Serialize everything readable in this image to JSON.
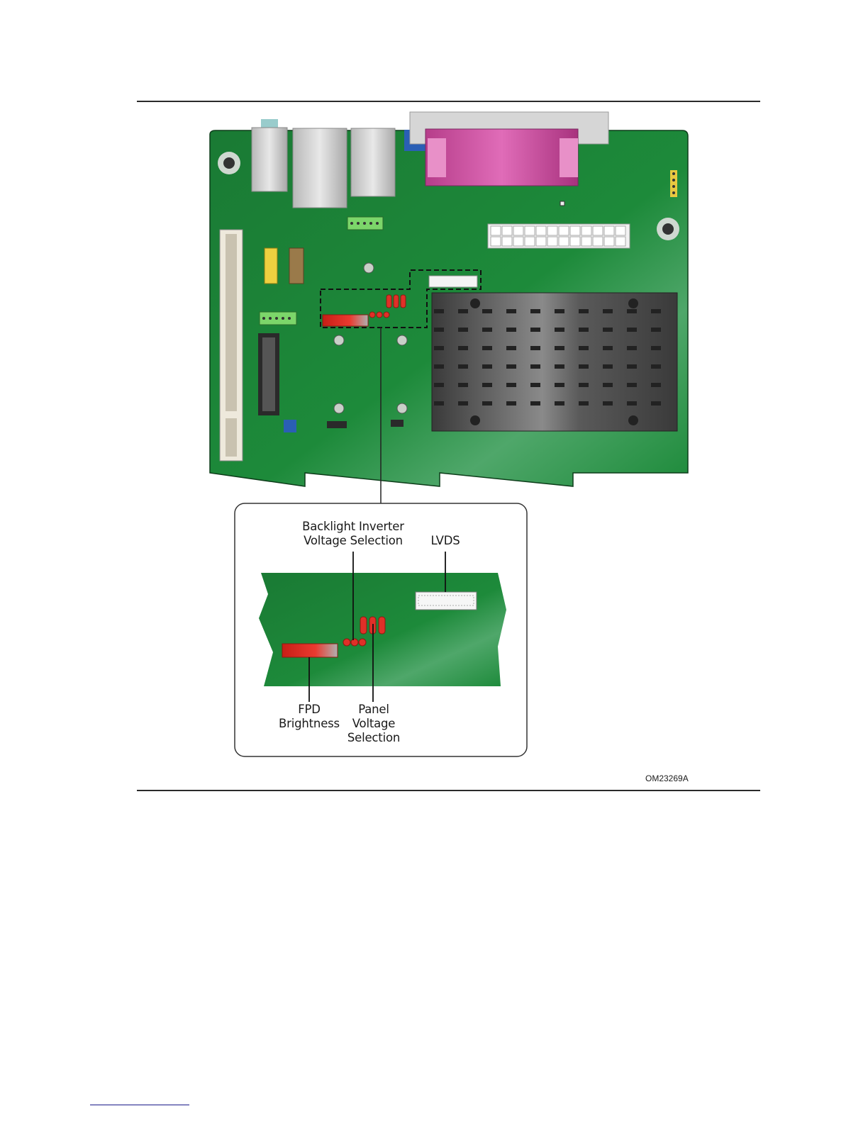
{
  "labels": {
    "backlight": "Backlight Inverter\nVoltage Selection",
    "lvds": "LVDS",
    "fpd": "FPD\nBrightness",
    "panel": "Panel\nVoltage\nSelection"
  },
  "figure_id": "OM23269A",
  "colors": {
    "board": "#1f8a3a",
    "board_dark": "#0f5c26",
    "header_red": "#d8261c",
    "parallel_port": "#c6479a",
    "heatsink": "#4a4a4a"
  }
}
